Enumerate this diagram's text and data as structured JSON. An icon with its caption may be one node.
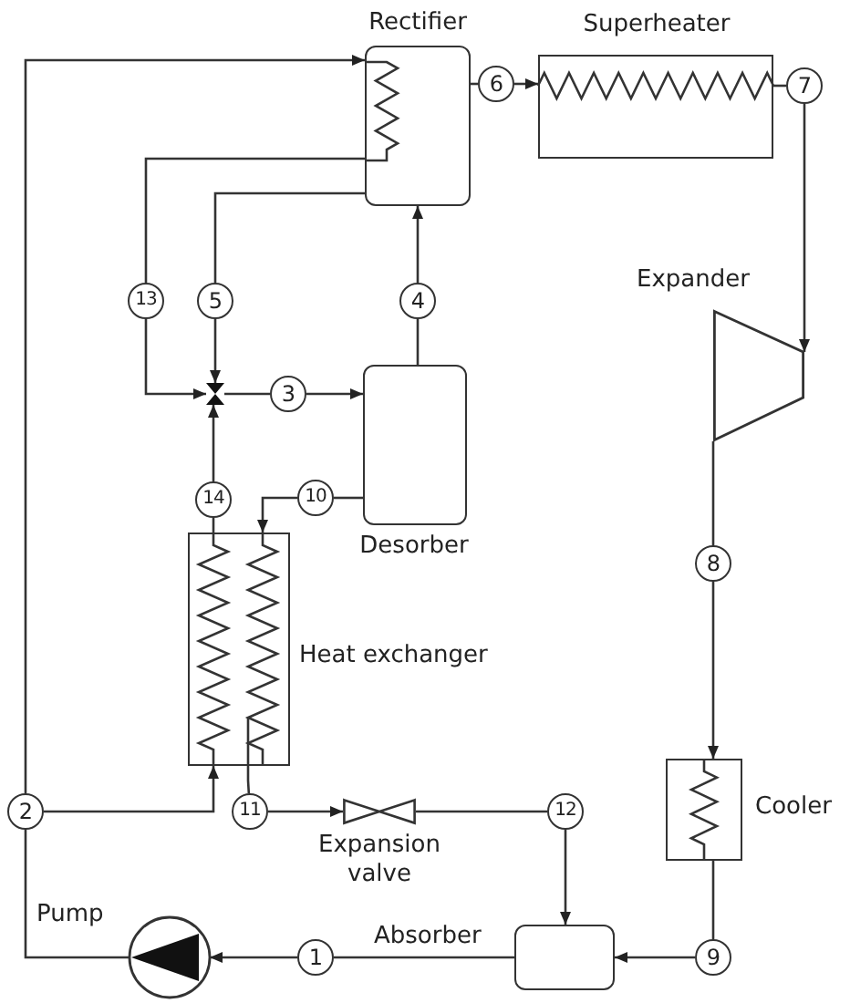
{
  "diagram": {
    "nodes": [
      {
        "text": [
          "Rectifier"
        ]
      },
      {
        "text": [
          "Superheater"
        ]
      },
      {
        "text": [
          "Expander"
        ]
      },
      {
        "text": [
          "Desorber"
        ]
      },
      {
        "text": [
          "Heat exchanger"
        ]
      },
      {
        "text": [
          "Cooler"
        ]
      },
      {
        "text": [
          "Expansion valve"
        ]
      },
      {
        "text": [
          "Pump"
        ]
      },
      {
        "text": [
          "Absorber"
        ]
      },
      {
        "text": [],
        "shape": "valve"
      },
      {
        "text": [
          "1"
        ]
      },
      {
        "text": [
          "2"
        ]
      },
      {
        "text": [
          "3"
        ]
      },
      {
        "text": [
          "4"
        ]
      },
      {
        "text": [
          "5"
        ]
      },
      {
        "text": [
          "6"
        ]
      },
      {
        "text": [
          "7"
        ]
      },
      {
        "text": [
          "8"
        ]
      },
      {
        "text": [
          "9"
        ]
      },
      {
        "text": [
          "10"
        ]
      },
      {
        "text": [
          "11"
        ]
      },
      {
        "text": [
          "12"
        ]
      },
      {
        "text": [
          "13"
        ]
      },
      {
        "text": [
          "14"
        ]
      }
    ],
    "edges": [
      {
        "from": 8,
        "to": 10,
        "arrow": "none"
      },
      {
        "from": 10,
        "to": 7,
        "arrow": "to"
      },
      {
        "from": 7,
        "to": 11,
        "arrow": "none"
      },
      {
        "from": 11,
        "to": 4,
        "arrow": "to"
      },
      {
        "from": 11,
        "to": 0,
        "arrow": "to"
      },
      {
        "from": 0,
        "to": 15,
        "arrow": "none"
      },
      {
        "from": 15,
        "to": 1,
        "arrow": "to"
      },
      {
        "from": 1,
        "to": 16,
        "arrow": "none"
      },
      {
        "from": 16,
        "to": 2,
        "arrow": "to"
      },
      {
        "from": 2,
        "to": 17,
        "arrow": "none"
      },
      {
        "from": 17,
        "to": 5,
        "arrow": "to"
      },
      {
        "from": 5,
        "to": 18,
        "arrow": "none"
      },
      {
        "from": 18,
        "to": 8,
        "arrow": "to"
      },
      {
        "from": 3,
        "to": 13,
        "arrow": "none"
      },
      {
        "from": 13,
        "to": 0,
        "arrow": "to"
      },
      {
        "from": 0,
        "to": 14,
        "arrow": "none"
      },
      {
        "from": 14,
        "to": 9,
        "arrow": "to"
      },
      {
        "from": 0,
        "to": 22,
        "arrow": "none"
      },
      {
        "from": 22,
        "to": 9,
        "arrow": "to"
      },
      {
        "from": 9,
        "to": 12,
        "arrow": "none"
      },
      {
        "from": 12,
        "to": 3,
        "arrow": "to"
      },
      {
        "from": 4,
        "to": 23,
        "arrow": "none"
      },
      {
        "from": 23,
        "to": 9,
        "arrow": "to"
      },
      {
        "from": 3,
        "to": 19,
        "arrow": "none"
      },
      {
        "from": 19,
        "to": 4,
        "arrow": "to"
      },
      {
        "from": 4,
        "to": 20,
        "arrow": "none"
      },
      {
        "from": 20,
        "to": 6,
        "arrow": "to"
      },
      {
        "from": 6,
        "to": 21,
        "arrow": "none"
      },
      {
        "from": 21,
        "to": 8,
        "arrow": "to"
      }
    ]
  }
}
